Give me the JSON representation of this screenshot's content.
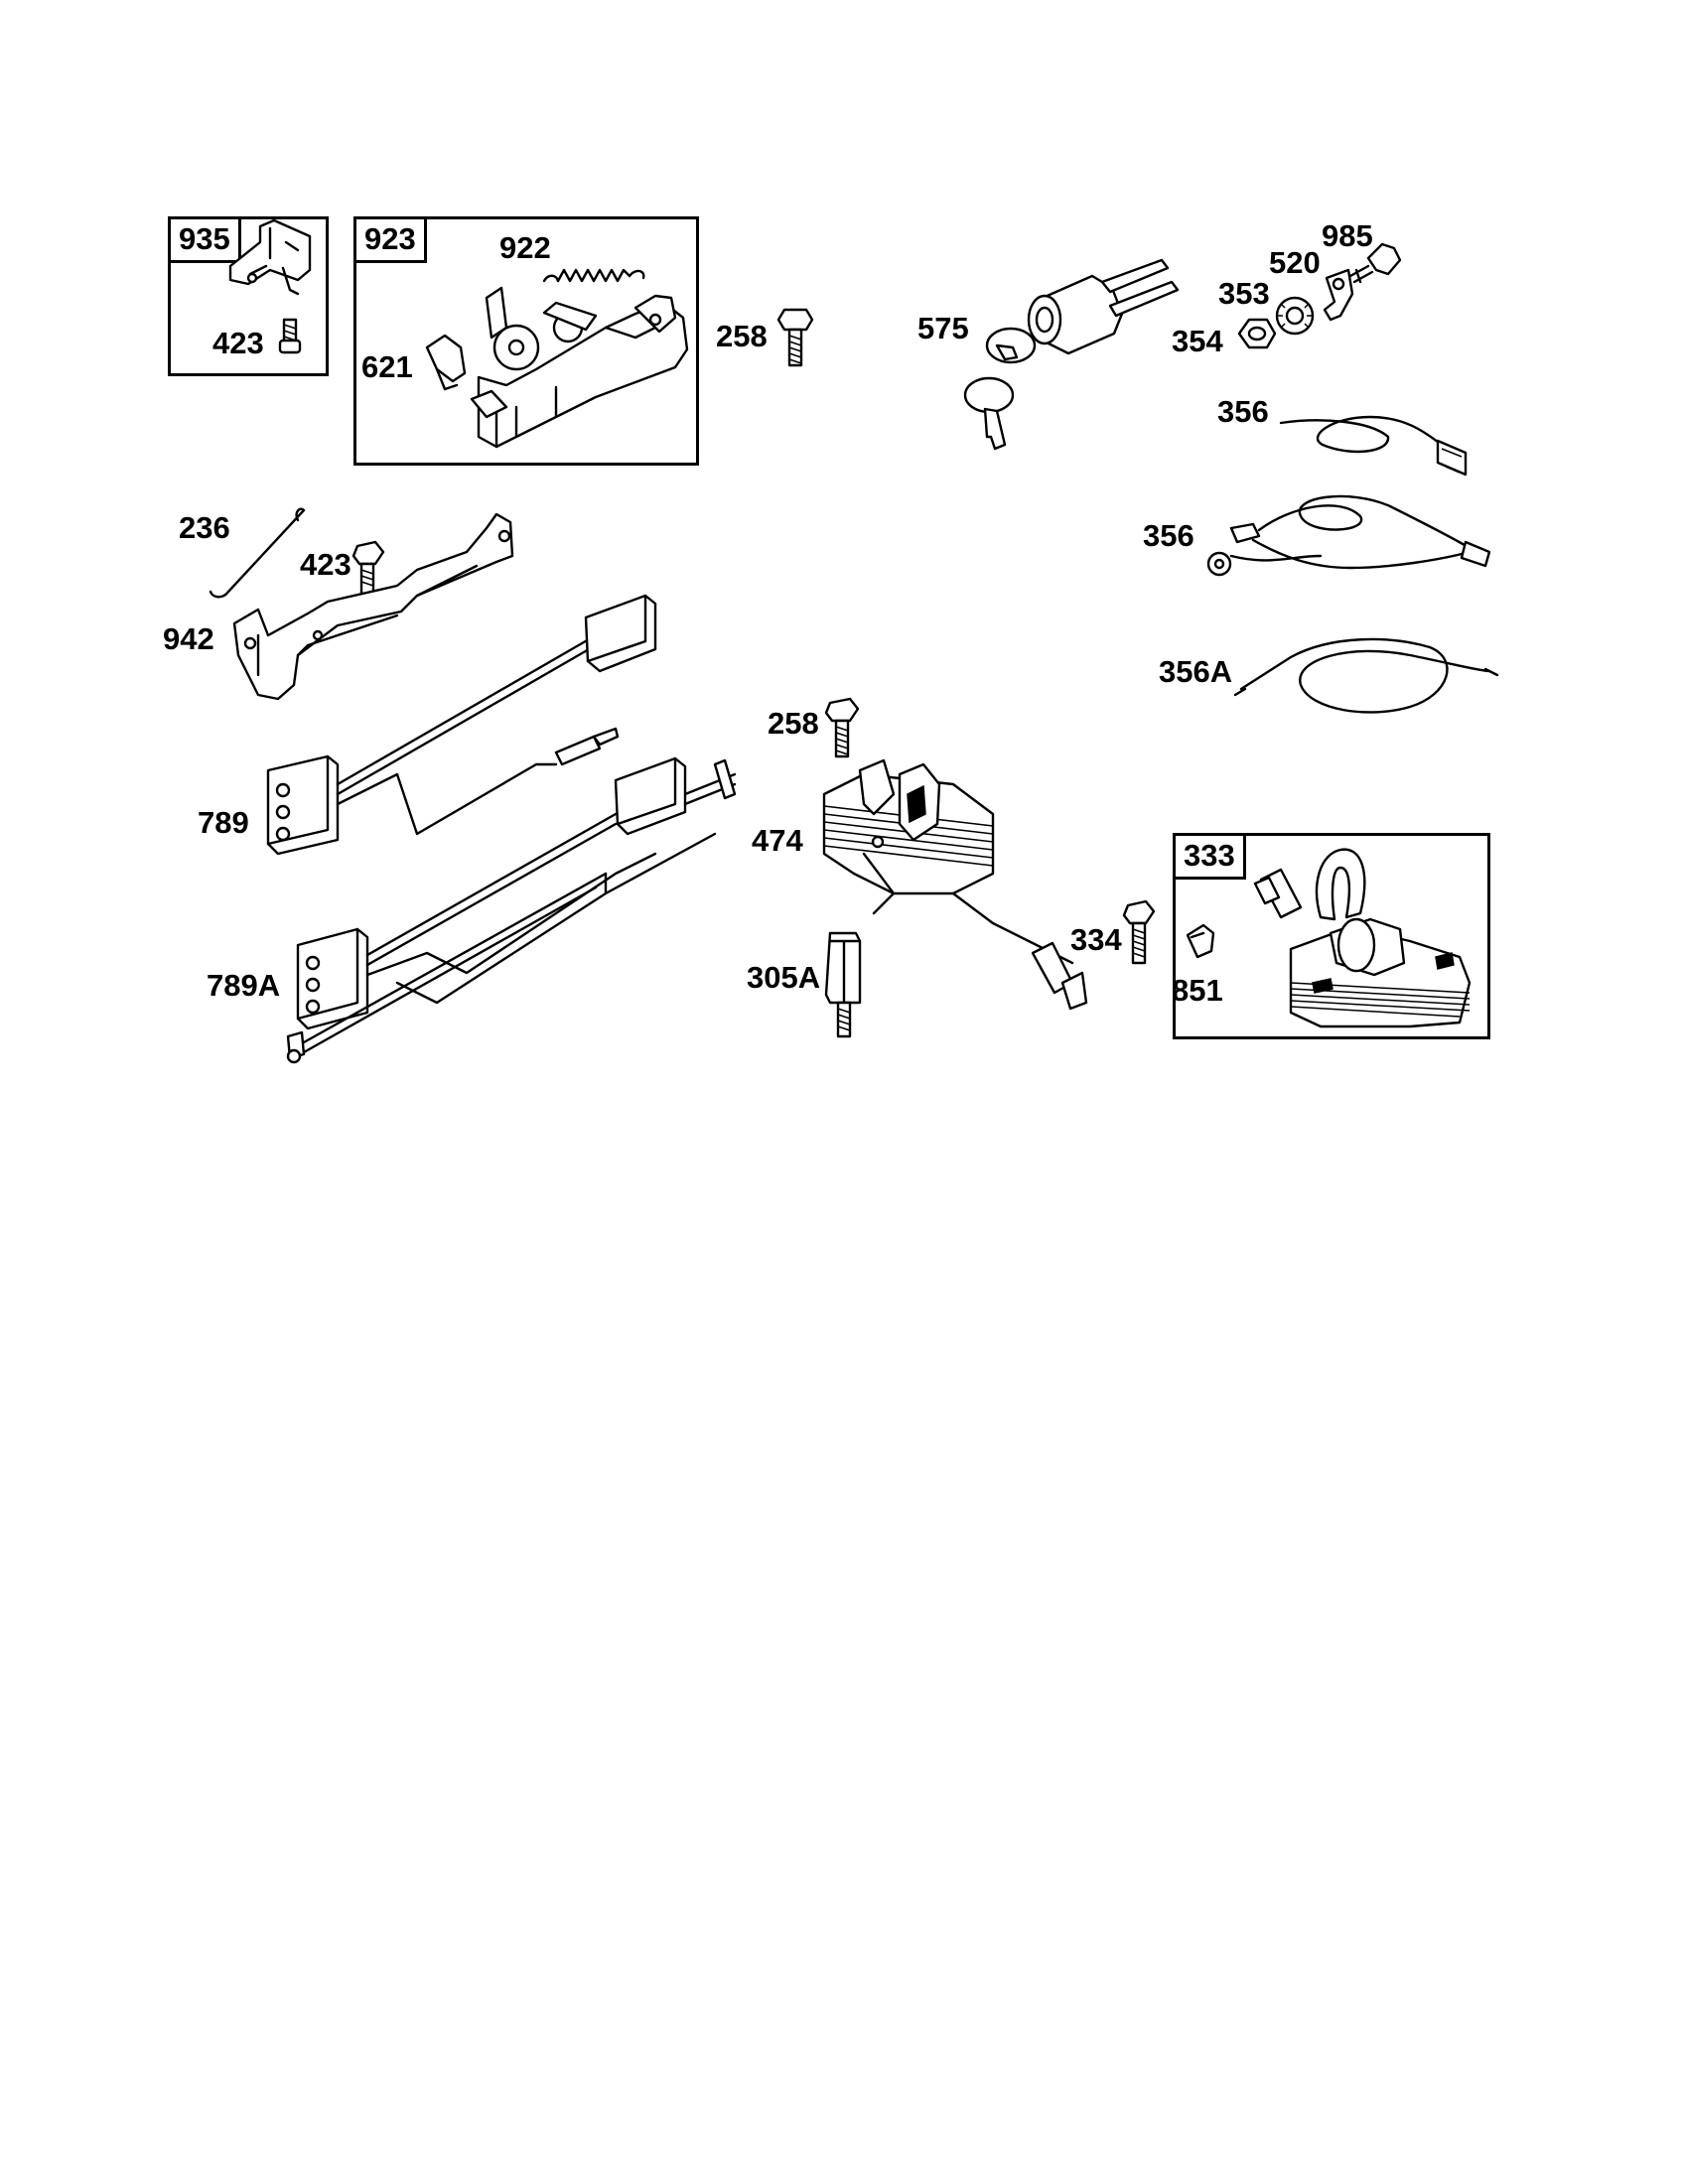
{
  "kits": {
    "k935": "935",
    "k923": "923",
    "k333": "333"
  },
  "parts": {
    "p423a": "423",
    "p922": "922",
    "p621": "621",
    "p258a": "258",
    "p575": "575",
    "p985": "985",
    "p520": "520",
    "p353": "353",
    "p354": "354",
    "p356a": "356",
    "p356b": "356",
    "p356A": "356A",
    "p236": "236",
    "p423b": "423",
    "p942": "942",
    "p258b": "258",
    "p789": "789",
    "p474": "474",
    "p789A": "789A",
    "p305A": "305A",
    "p334": "334",
    "p851": "851"
  }
}
